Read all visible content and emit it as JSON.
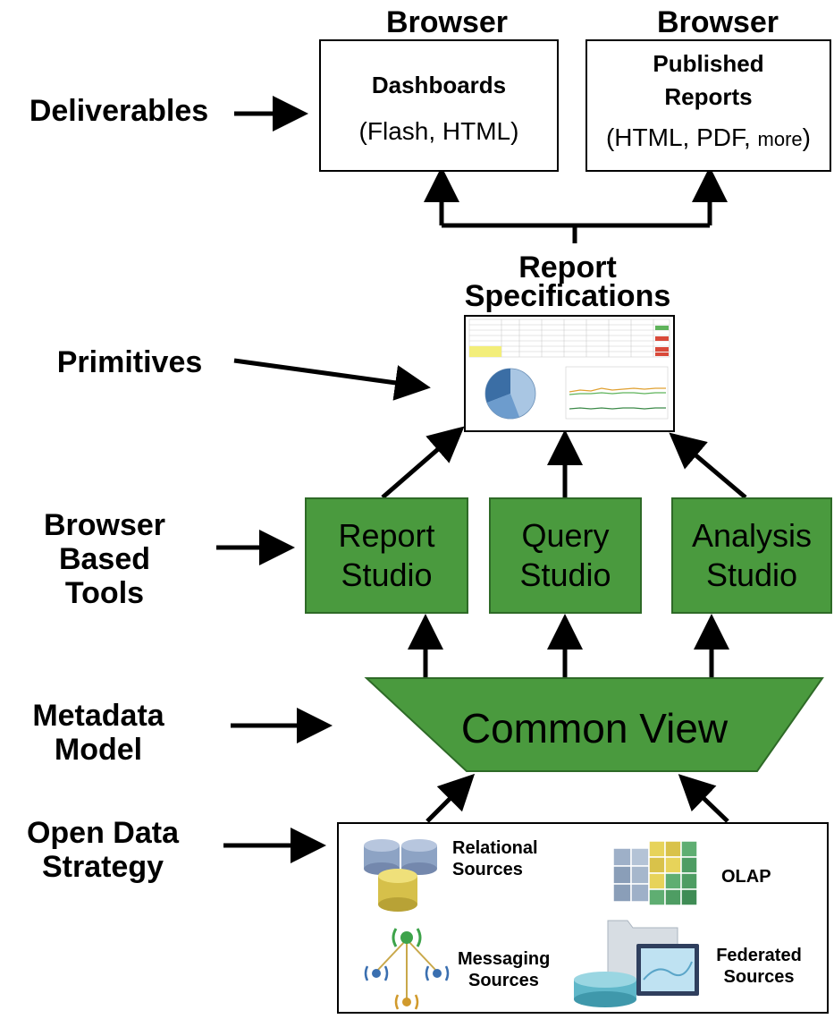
{
  "left_labels": {
    "deliverables": "Deliverables",
    "primitives": "Primitives",
    "tools_line1": "Browser",
    "tools_line2": "Based",
    "tools_line3": "Tools",
    "metadata_line1": "Metadata",
    "metadata_line2": "Model",
    "open_line1": "Open Data",
    "open_line2": "Strategy"
  },
  "deliverables": {
    "browser_left": "Browser",
    "browser_right": "Browser",
    "dashboards_title": "Dashboards",
    "dashboards_formats": "(Flash, HTML)",
    "published_line1": "Published",
    "published_line2": "Reports",
    "published_formats_main": "(HTML, PDF, ",
    "published_formats_more": "more",
    "published_formats_close": ")"
  },
  "report_specs": {
    "line1": "Report",
    "line2": "Specifications"
  },
  "tools": [
    {
      "line1": "Report",
      "line2": "Studio"
    },
    {
      "line1": "Query",
      "line2": "Studio"
    },
    {
      "line1": "Analysis",
      "line2": "Studio"
    }
  ],
  "common_view": "Common View",
  "sources": {
    "relational_1": "Relational",
    "relational_2": "Sources",
    "olap": "OLAP",
    "messaging_1": "Messaging",
    "messaging_2": "Sources",
    "federated_1": "Federated",
    "federated_2": "Sources"
  },
  "colors": {
    "tool_green": "#4a9a3e",
    "common_view_green": "#4a9a3e"
  }
}
